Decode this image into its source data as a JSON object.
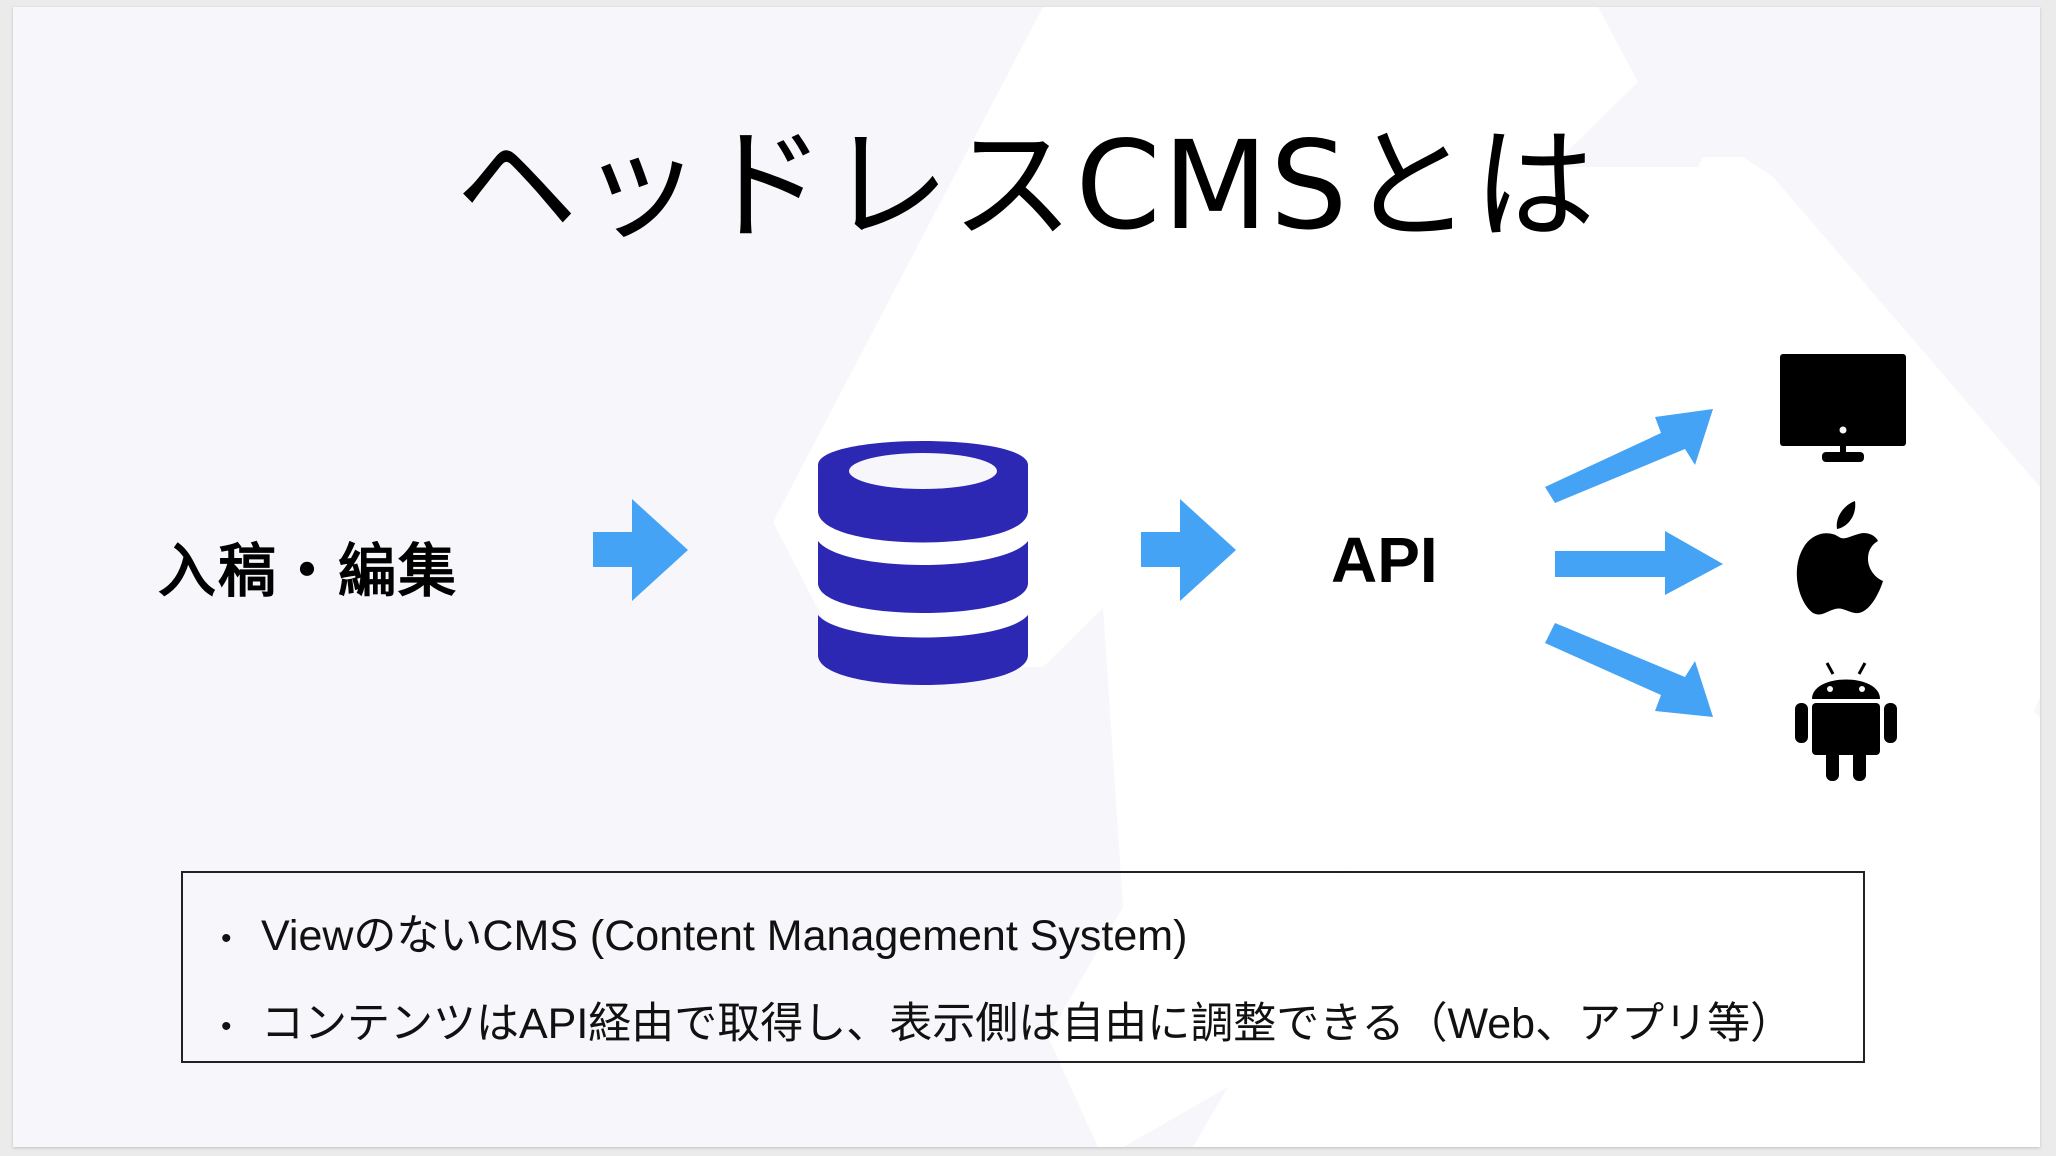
{
  "slide": {
    "title": "ヘッドレスCMSとは",
    "flow": {
      "source_label": "入稿・編集",
      "storage_icon": "database-icon",
      "api_label": "API",
      "targets": [
        {
          "name": "desktop",
          "icon": "monitor-icon"
        },
        {
          "name": "ios",
          "icon": "apple-icon"
        },
        {
          "name": "android",
          "icon": "android-icon"
        }
      ]
    },
    "notes": [
      "ViewのないCMS (Content Management System)",
      "コンテンツはAPI経由で取得し、表示側は自由に調整できる（Web、アプリ等）"
    ],
    "bullet": "•",
    "colors": {
      "arrow": "#45a3f5",
      "database": "#2c28b4",
      "background": "#f7f7fb",
      "icon": "#000000"
    }
  }
}
